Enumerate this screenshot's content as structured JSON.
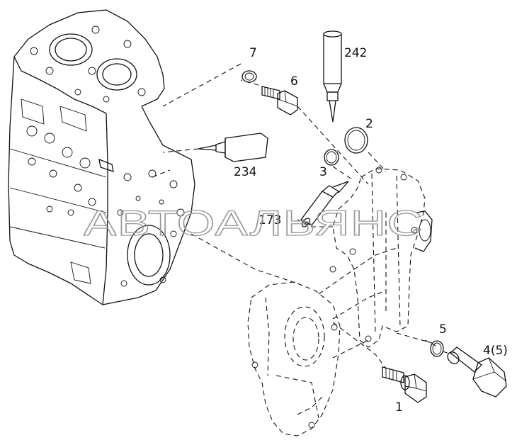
{
  "diagram": {
    "parts": [
      {
        "id": "p7",
        "label": "7"
      },
      {
        "id": "p6",
        "label": "6"
      },
      {
        "id": "p242",
        "label": "242"
      },
      {
        "id": "p2",
        "label": "2"
      },
      {
        "id": "p234",
        "label": "234"
      },
      {
        "id": "p3",
        "label": "3"
      },
      {
        "id": "p173",
        "label": "173"
      },
      {
        "id": "p5",
        "label": "5"
      },
      {
        "id": "p45",
        "label": "4(5)"
      },
      {
        "id": "p1",
        "label": "1"
      }
    ],
    "watermark": "АВТОАЛЬЯНС"
  }
}
